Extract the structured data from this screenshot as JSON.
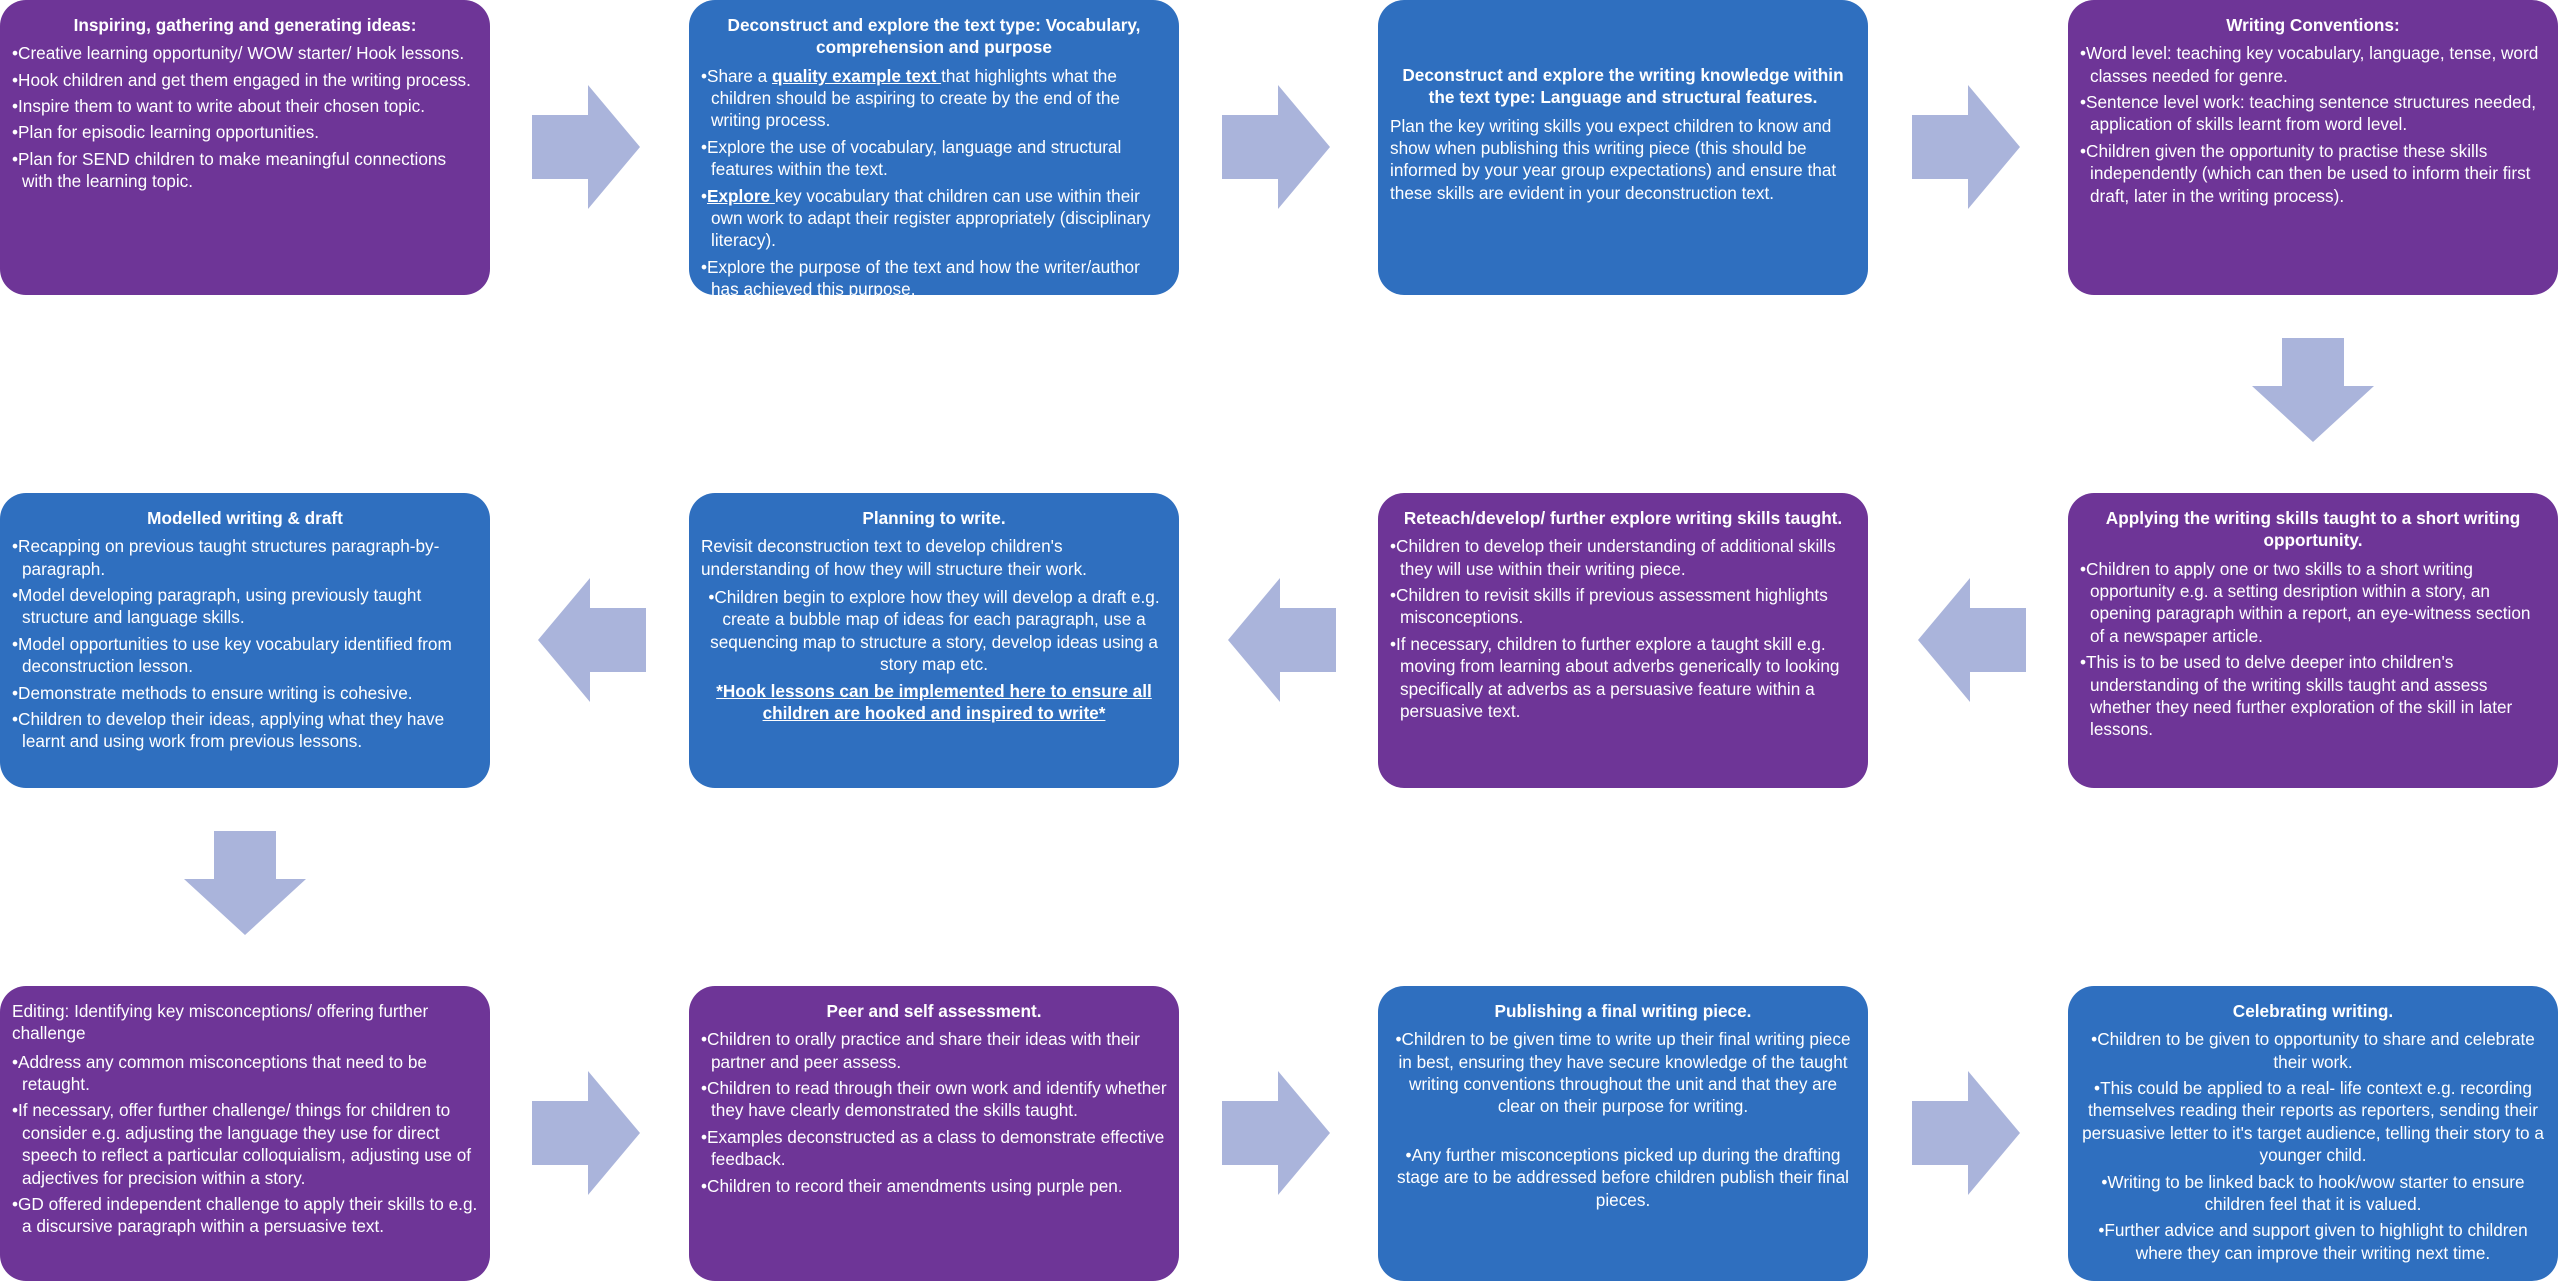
{
  "colors": {
    "purple": "#6e3597",
    "blue": "#2f6fbf",
    "arrow": "#aab4db"
  },
  "boxes": {
    "b1": {
      "title": "Inspiring, gathering and generating ideas:",
      "bullets": [
        "Creative learning opportunity/ WOW starter/ Hook lessons.",
        "Hook children and get them engaged in the writing process.",
        "Inspire them to want to write about their chosen topic.",
        "Plan for episodic learning opportunities.",
        "Plan for SEND children to make meaningful connections with the learning topic."
      ]
    },
    "b2": {
      "title": "Deconstruct and explore the text type: Vocabulary, comprehension and purpose",
      "b1_pre": "Share a ",
      "b1_ul": "quality example text ",
      "b1_post": "that highlights what the children should be aspiring to create by the end of the writing process.",
      "b2": "Explore the use of vocabulary, language and structural features within the text.",
      "b3_ul": "Explore ",
      "b3_post": "key vocabulary that children can use within their own work to adapt their register appropriately (disciplinary literacy).",
      "b4": "Explore the purpose of the text and how the writer/author has achieved this purpose."
    },
    "b3": {
      "title": "Deconstruct and explore the writing knowledge within the text type: Language and structural features.",
      "text": "Plan the key writing skills you expect children to know and show when publishing this writing piece (this should be informed by your year group expectations) and ensure that these skills are evident in your deconstruction text."
    },
    "b4": {
      "title": "Writing Conventions:",
      "bullets": [
        "Word level: teaching key vocabulary, language, tense, word classes needed for genre.",
        "Sentence level work: teaching sentence structures needed, application of skills learnt from word level.",
        "Children  given the opportunity to practise these skills independently (which can then be used to inform their first draft, later in the writing process)."
      ]
    },
    "b5": {
      "title": "Modelled writing & draft",
      "bullets": [
        "Recapping on previous taught structures paragraph-by-paragraph.",
        "Model developing paragraph, using  previously taught structure and language skills.",
        "Model opportunities to use key vocabulary identified from deconstruction lesson.",
        "Demonstrate methods to ensure writing is cohesive.",
        "Children to develop their ideas, applying what they have learnt and using work from previous lessons."
      ]
    },
    "b6": {
      "title": "Planning to write.",
      "text": "Revisit deconstruction text to develop children's understanding of how they will structure their work.",
      "bullet": "Children begin to explore how they will develop a draft e.g. create a bubble map of ideas for each paragraph, use a sequencing map to structure a story, develop ideas using a story map etc.",
      "hook": "*Hook lessons can be implemented here to ensure all children are hooked and inspired to write*"
    },
    "b7": {
      "title": "Reteach/develop/ further explore writing skills taught.",
      "bullets": [
        "Children to develop their understanding of additional skills they will use within their writing piece.",
        "Children to revisit skills if previous assessment highlights misconceptions.",
        "If necessary, children to further explore a taught skill e.g. moving from learning about adverbs generically to looking specifically at adverbs as a persuasive feature within a persuasive text."
      ]
    },
    "b8": {
      "title": "Applying the writing skills taught to a short writing opportunity.",
      "bullets": [
        "Children to apply one or two skills to a short writing opportunity e.g. a setting desription within a story, an opening paragraph within a report, an eye-witness section of a newspaper article.",
        "This is to be used to delve deeper into children's understanding of the writing skills taught and assess whether they need further exploration of the skill in later lessons."
      ]
    },
    "b9": {
      "title": "Editing: Identifying key misconceptions/ offering further challenge",
      "bullets": [
        "Address any common misconceptions that need to be retaught.",
        "If necessary, offer further challenge/ things for children to consider e.g. adjusting the language they use for direct speech to reflect a particular colloquialism, adjusting use of adjectives for precision within a story.",
        "GD offered independent challenge to apply their skills to e.g. a discursive paragraph within a persuasive text."
      ]
    },
    "b10": {
      "title": "Peer and self assessment.",
      "bullets": [
        "Children to orally practice and share their ideas with their partner and peer assess.",
        "Children to read through their own work and identify whether they have clearly demonstrated the skills taught.",
        "Examples deconstructed as a class to demonstrate effective feedback.",
        "Children to record their amendments using purple pen."
      ]
    },
    "b11": {
      "title": "Publishing a final writing piece.",
      "bullets": [
        "Children to be given time to write up their final writing piece in best, ensuring they have secure knowledge of the taught writing conventions throughout the unit and that they are clear on their purpose for writing.",
        "Any further misconceptions picked up during the drafting stage are to be addressed before children publish their final pieces."
      ]
    },
    "b12": {
      "title": "Celebrating writing.",
      "bullets": [
        "Children to be given to opportunity to share and celebrate their work.",
        "This could be applied to a real- life context e.g. recording themselves reading their reports as reporters, sending their persuasive letter to it's target audience, telling their story to a younger child.",
        "Writing to be linked back to hook/wow starter to ensure children feel that it is valued.",
        "Further advice and support given to highlight to children where they can improve their writing next time."
      ]
    }
  }
}
